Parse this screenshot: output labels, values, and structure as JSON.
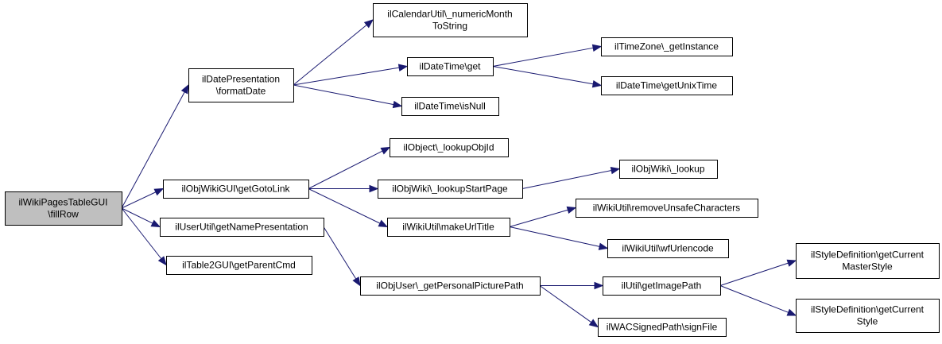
{
  "graph": {
    "root": "fillRow",
    "nodes": [
      {
        "id": "fillRow",
        "lines": [
          "ilWikiPagesTableGUI",
          "\\fillRow"
        ],
        "root": true
      },
      {
        "id": "formatDate",
        "lines": [
          "ilDatePresentation",
          "\\formatDate"
        ]
      },
      {
        "id": "getGotoLink",
        "lines": [
          "ilObjWikiGUI\\getGotoLink"
        ]
      },
      {
        "id": "getNamePres",
        "lines": [
          "ilUserUtil\\getNamePresentation"
        ]
      },
      {
        "id": "getParentCmd",
        "lines": [
          "ilTable2GUI\\getParentCmd"
        ]
      },
      {
        "id": "numMonth",
        "lines": [
          "ilCalendarUtil\\_numericMonth",
          "ToString"
        ]
      },
      {
        "id": "dtGet",
        "lines": [
          "ilDateTime\\get"
        ]
      },
      {
        "id": "dtIsNull",
        "lines": [
          "ilDateTime\\isNull"
        ]
      },
      {
        "id": "tzGetInst",
        "lines": [
          "ilTimeZone\\_getInstance"
        ]
      },
      {
        "id": "dtUnix",
        "lines": [
          "ilDateTime\\getUnixTime"
        ]
      },
      {
        "id": "lookupObjId",
        "lines": [
          "ilObject\\_lookupObjId"
        ]
      },
      {
        "id": "lookupStart",
        "lines": [
          "ilObjWiki\\_lookupStartPage"
        ]
      },
      {
        "id": "owLookup",
        "lines": [
          "ilObjWiki\\_lookup"
        ]
      },
      {
        "id": "makeUrl",
        "lines": [
          "ilWikiUtil\\makeUrlTitle"
        ]
      },
      {
        "id": "removeUnsafe",
        "lines": [
          "ilWikiUtil\\removeUnsafeCharacters"
        ]
      },
      {
        "id": "wfUrl",
        "lines": [
          "ilWikiUtil\\wfUrlencode"
        ]
      },
      {
        "id": "persPic",
        "lines": [
          "ilObjUser\\_getPersonalPicturePath"
        ]
      },
      {
        "id": "imgPath",
        "lines": [
          "ilUtil\\getImagePath"
        ]
      },
      {
        "id": "signFile",
        "lines": [
          "ilWACSignedPath\\signFile"
        ]
      },
      {
        "id": "masterStyle",
        "lines": [
          "ilStyleDefinition\\getCurrent",
          "MasterStyle"
        ]
      },
      {
        "id": "curStyle",
        "lines": [
          "ilStyleDefinition\\getCurrent",
          "Style"
        ]
      }
    ],
    "edges": [
      {
        "from": "fillRow",
        "to": "formatDate"
      },
      {
        "from": "fillRow",
        "to": "getGotoLink"
      },
      {
        "from": "fillRow",
        "to": "getNamePres"
      },
      {
        "from": "fillRow",
        "to": "getParentCmd"
      },
      {
        "from": "formatDate",
        "to": "numMonth"
      },
      {
        "from": "formatDate",
        "to": "dtGet"
      },
      {
        "from": "formatDate",
        "to": "dtIsNull"
      },
      {
        "from": "dtGet",
        "to": "tzGetInst"
      },
      {
        "from": "dtGet",
        "to": "dtUnix"
      },
      {
        "from": "getGotoLink",
        "to": "lookupObjId"
      },
      {
        "from": "getGotoLink",
        "to": "lookupStart"
      },
      {
        "from": "getGotoLink",
        "to": "makeUrl"
      },
      {
        "from": "lookupStart",
        "to": "owLookup"
      },
      {
        "from": "makeUrl",
        "to": "removeUnsafe"
      },
      {
        "from": "makeUrl",
        "to": "wfUrl"
      },
      {
        "from": "getNamePres",
        "to": "persPic"
      },
      {
        "from": "persPic",
        "to": "imgPath"
      },
      {
        "from": "persPic",
        "to": "signFile"
      },
      {
        "from": "imgPath",
        "to": "masterStyle"
      },
      {
        "from": "imgPath",
        "to": "curStyle"
      }
    ],
    "colors": {
      "edge": "#191970",
      "root_fill": "#bfbfbf",
      "node_fill": "#ffffff",
      "node_border": "#000000"
    }
  }
}
